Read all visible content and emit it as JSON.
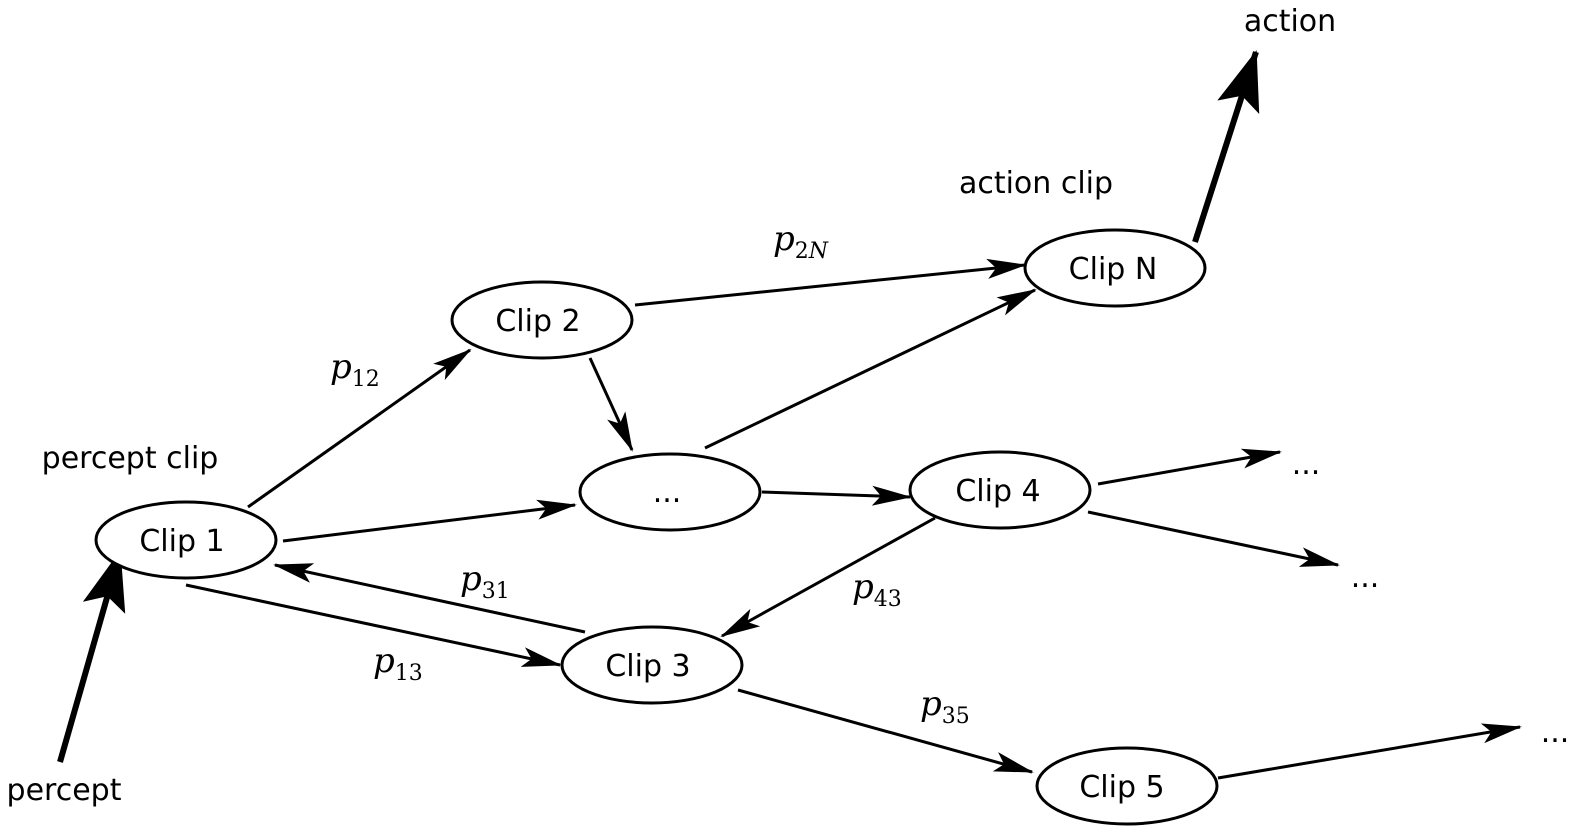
{
  "nodes": {
    "clip1": "Clip 1",
    "clip2": "Clip 2",
    "dots": "...",
    "clipN": "Clip N",
    "clip4": "Clip 4",
    "clip3": "Clip 3",
    "clip5": "Clip 5"
  },
  "annotations": {
    "percept_clip": "percept clip",
    "action_clip": "action clip",
    "percept": "percept",
    "action": "action",
    "out1": "...",
    "out2": "...",
    "out3": "..."
  },
  "edge_labels": {
    "p12": {
      "base": "p",
      "sub": "12"
    },
    "p13": {
      "base": "p",
      "sub": "13"
    },
    "p31": {
      "base": "p",
      "sub": "31"
    },
    "p2N": {
      "base": "p",
      "sub": "2",
      "sub_italic": "N"
    },
    "p43": {
      "base": "p",
      "sub": "43"
    },
    "p35": {
      "base": "p",
      "sub": "35"
    }
  },
  "colors": {
    "stroke": "#000000",
    "background": "#ffffff"
  }
}
